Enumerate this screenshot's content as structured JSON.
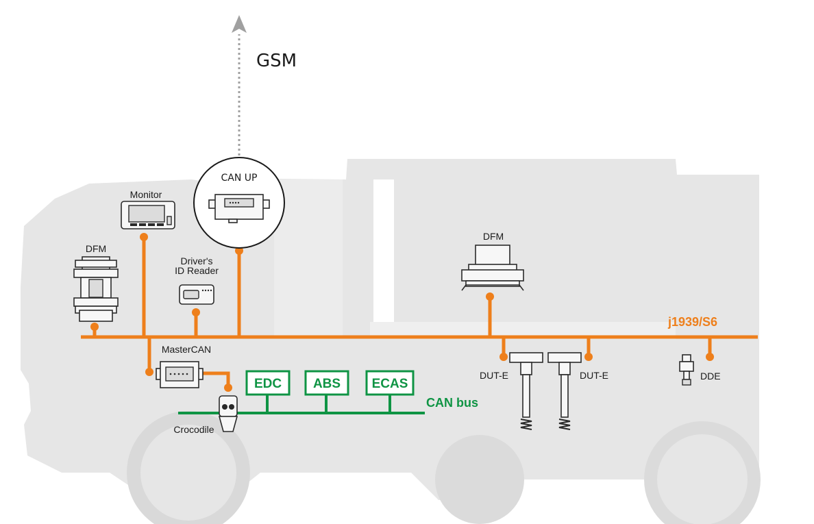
{
  "colors": {
    "bus_orange": "#ee7f1b",
    "can_green": "#0f9444",
    "truck_silhouette": "#e6e6e6",
    "uplink_arrow": "#a0a0a0"
  },
  "uplink": {
    "label": "GSM"
  },
  "hub": {
    "label": "CAN UP"
  },
  "devices": {
    "monitor": "Monitor",
    "dfm_cab": "DFM",
    "id_reader_line1": "Driver's",
    "id_reader_line2": "ID Reader",
    "dfm_body": "DFM",
    "mastercan": "MasterCAN",
    "crocodile": "Crocodile",
    "dut_e_left": "DUT-E",
    "dut_e_right": "DUT-E",
    "dde": "DDE"
  },
  "buses": {
    "main": "j1939/S6",
    "can": "CAN bus"
  },
  "ecus": [
    "EDC",
    "ABS",
    "ECAS"
  ]
}
